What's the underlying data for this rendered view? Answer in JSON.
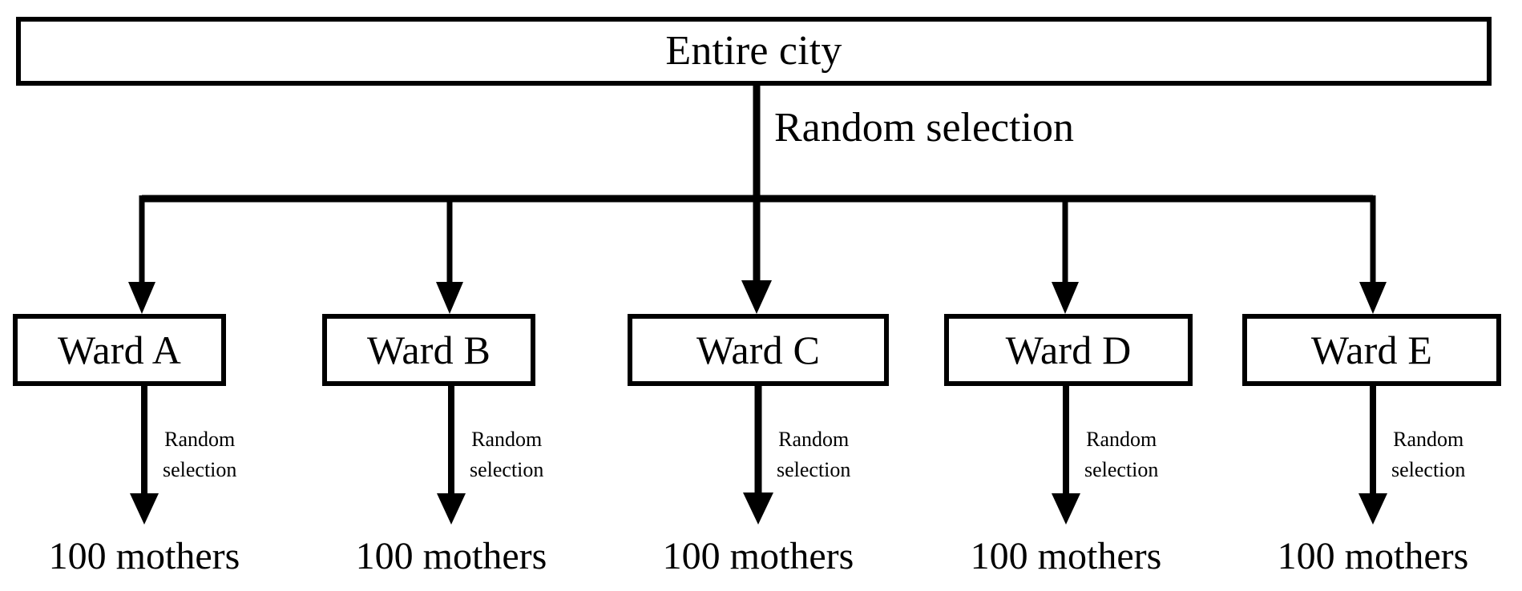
{
  "diagram": {
    "type": "flowchart",
    "title_node": {
      "label": "Entire city"
    },
    "stage_label": {
      "label": "Random selection"
    },
    "branch_labels": {
      "line1": "Random",
      "line2": "selection"
    },
    "branches": [
      {
        "ward": "Ward A",
        "sample": "100 mothers",
        "sub_label_line1": "Random",
        "sub_label_line2": "selection"
      },
      {
        "ward": "Ward B",
        "sample": "100 mothers",
        "sub_label_line1": "Random",
        "sub_label_line2": "selection"
      },
      {
        "ward": "Ward C",
        "sample": "100 mothers",
        "sub_label_line1": "Random",
        "sub_label_line2": "selection"
      },
      {
        "ward": "Ward D",
        "sample": "100 mothers",
        "sub_label_line1": "Random",
        "sub_label_line2": "selection"
      },
      {
        "ward": "Ward E",
        "sample": "100 mothers",
        "sub_label_line1": "Random",
        "sub_label_line2": "selection"
      }
    ],
    "colors": {
      "stroke": "#000000",
      "fill": "#ffffff",
      "text": "#000000"
    }
  }
}
